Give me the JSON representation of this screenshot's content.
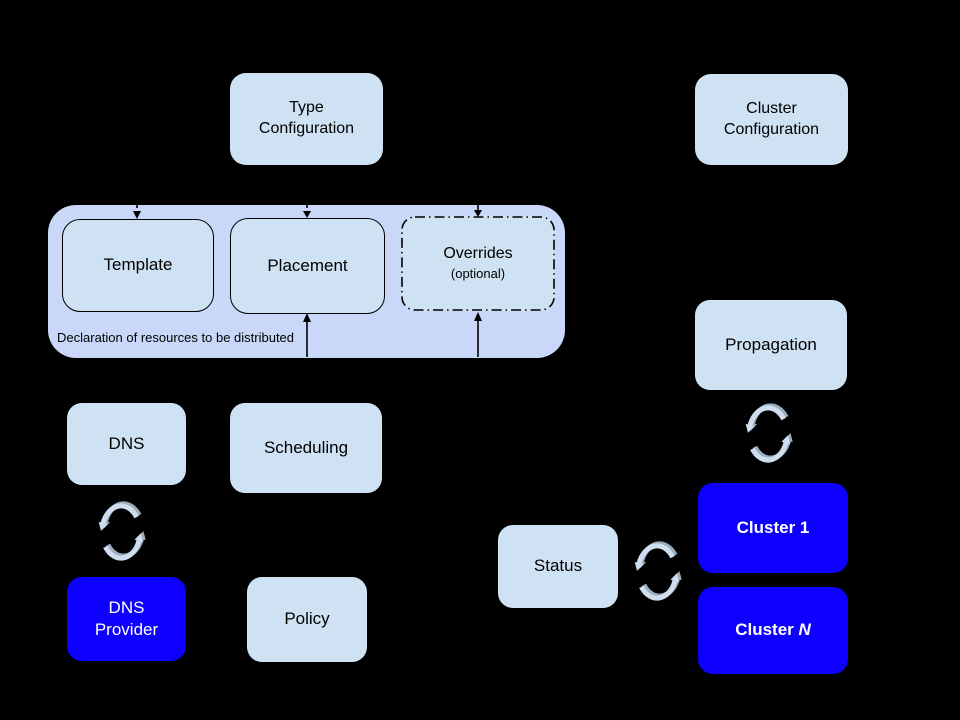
{
  "colors": {
    "background": "#000000",
    "light_box": "#cfe2f3",
    "container": "#c9d8f8",
    "cluster_blue": "#0d00ff",
    "box_text": "#000000",
    "cluster_text": "#ffffff",
    "line": "#000000",
    "sync_main": "#cfdeee",
    "sync_shadow": "#9aaebc"
  },
  "icons": {
    "sync_dns": "sync-icon",
    "sync_propagation": "sync-icon",
    "sync_status": "sync-icon"
  },
  "nodes": {
    "type_configuration": {
      "label": "Type\nConfiguration"
    },
    "cluster_configuration": {
      "label": "Cluster\nConfiguration"
    },
    "template": {
      "label": "Template"
    },
    "placement": {
      "label": "Placement"
    },
    "overrides": {
      "label": "Overrides",
      "sublabel": "(optional)"
    },
    "declaration_note": {
      "label": "Declaration of resources to be distributed"
    },
    "dns": {
      "label": "DNS"
    },
    "scheduling": {
      "label": "Scheduling"
    },
    "dns_provider": {
      "label": "DNS\nProvider"
    },
    "policy": {
      "label": "Policy"
    },
    "status": {
      "label": "Status"
    },
    "propagation": {
      "label": "Propagation"
    },
    "cluster_1": {
      "label": "Cluster 1"
    },
    "cluster_n": {
      "label_prefix": "Cluster ",
      "label_suffix": "N"
    }
  }
}
